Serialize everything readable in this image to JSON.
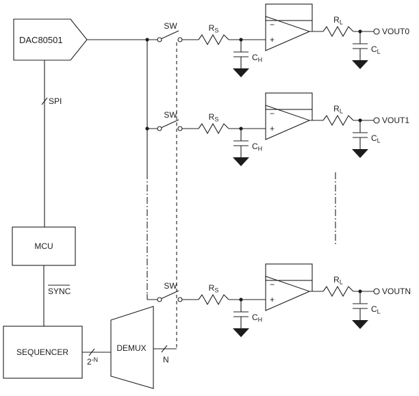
{
  "diagram": {
    "dac_label": "DAC80501",
    "mcu_label": "MCU",
    "sequencer_label": "SEQUENCER",
    "demux_label": "DEMUX",
    "spi_label": "SPI",
    "sync_label": "SYNC",
    "seq_demux_bus": {
      "base": "2",
      "sup": "-N"
    },
    "demux_out_bus": "N",
    "switch_label": "SW",
    "rs_label": {
      "base": "R",
      "sub": "S"
    },
    "ch_label": {
      "base": "C",
      "sub": "H"
    },
    "rl_label": {
      "base": "R",
      "sub": "L"
    },
    "cl_label": {
      "base": "C",
      "sub": "L"
    },
    "opamp": {
      "noninverting": "+",
      "inverting": "−"
    },
    "channels": [
      {
        "vout": "VOUT0"
      },
      {
        "vout": "VOUT1"
      },
      {
        "vout": "VOUTN"
      }
    ],
    "colors": {
      "line": "#1c1c1c",
      "background": "#ffffff"
    }
  }
}
